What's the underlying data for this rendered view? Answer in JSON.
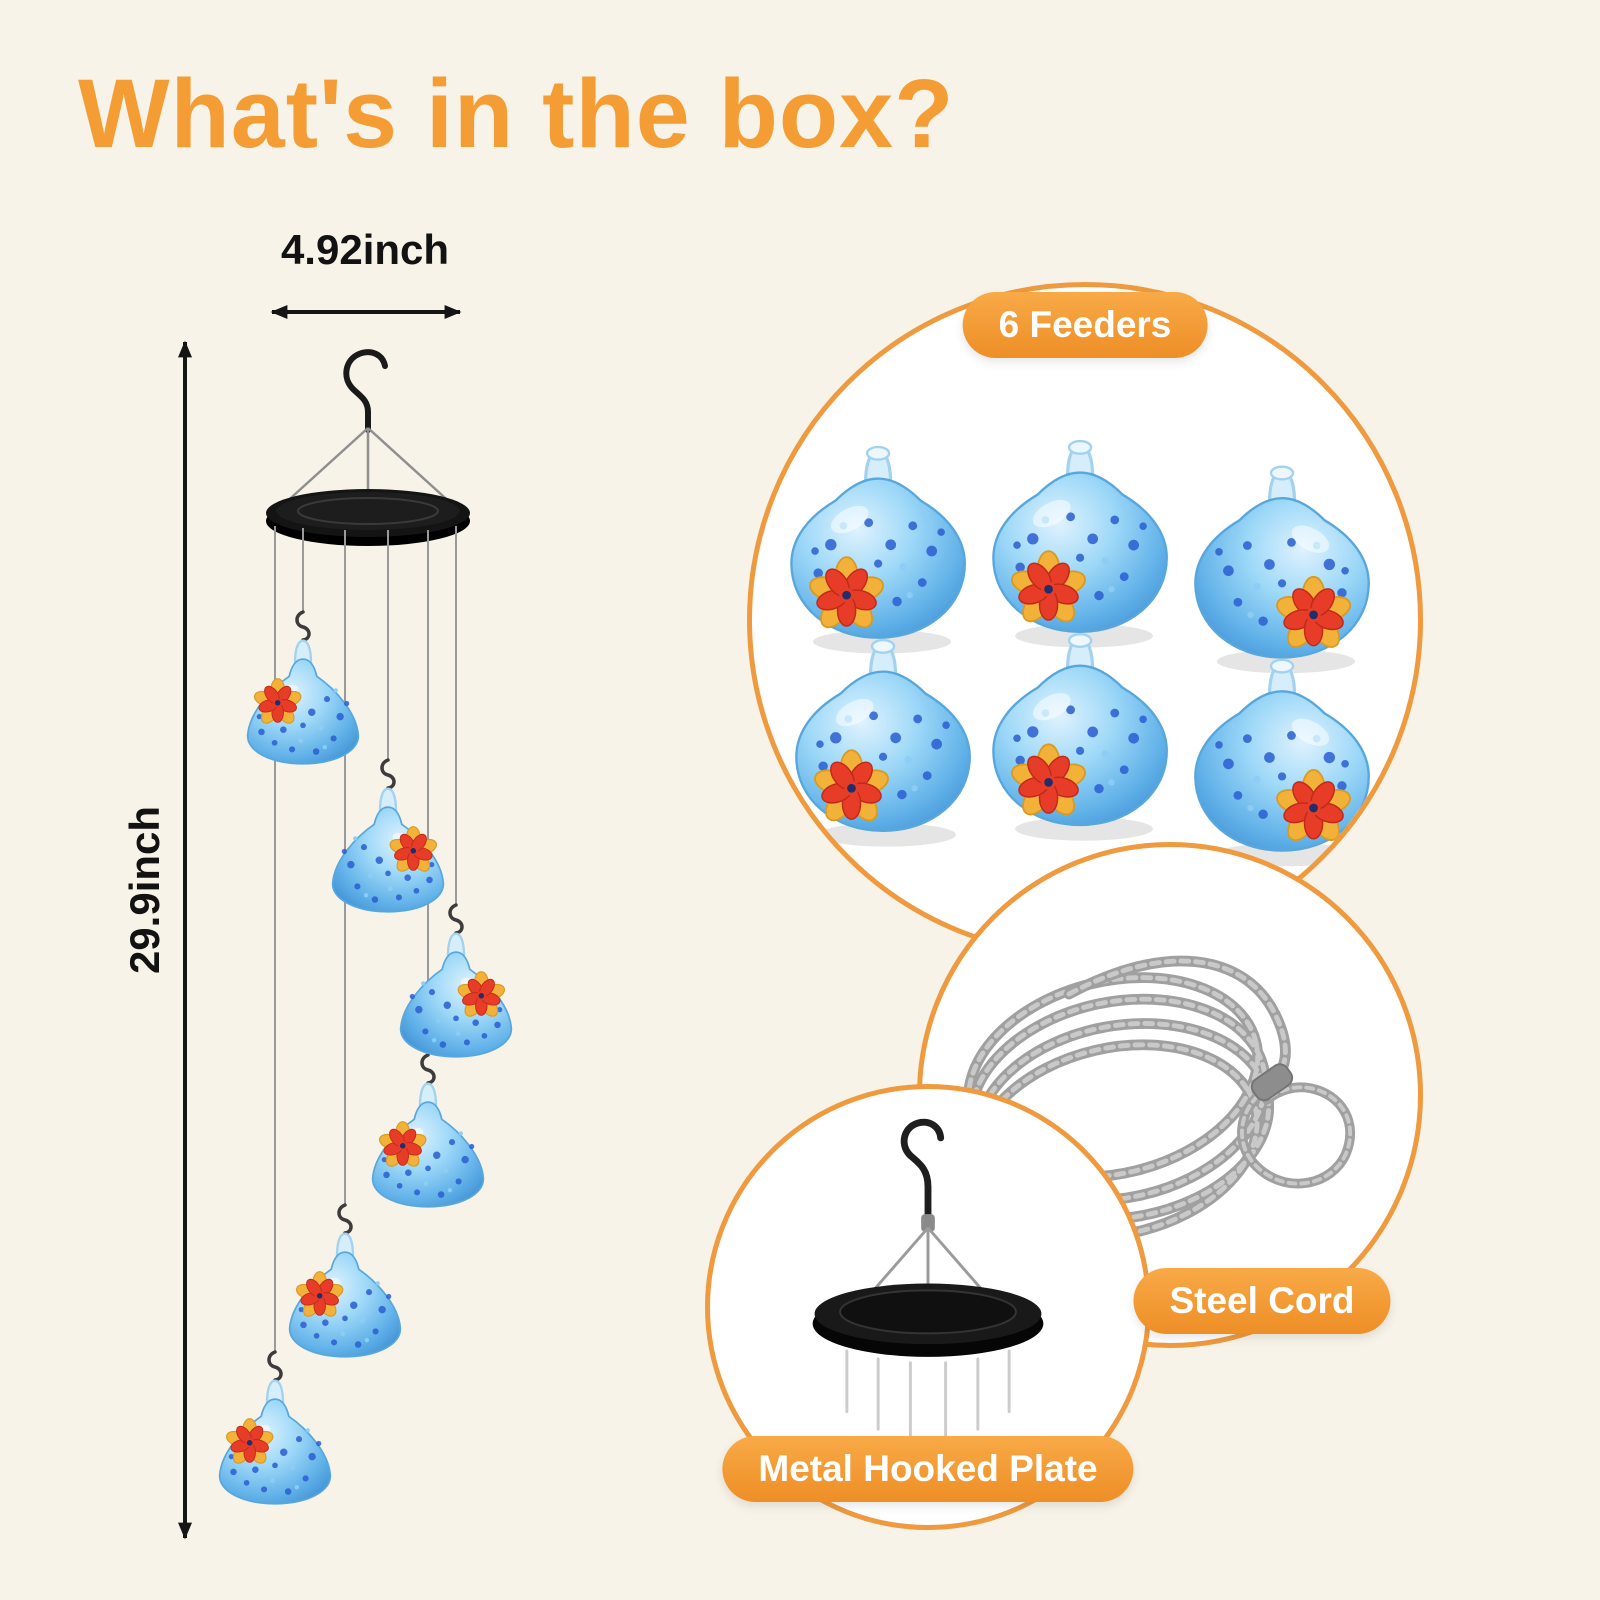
{
  "page": {
    "title": "What's in the box?"
  },
  "diagram": {
    "width_label": "4.92inch",
    "height_label": "29.9inch",
    "feeder_count": 6
  },
  "callouts": {
    "feeders_label": "6 Feeders",
    "steel_cord_label": "Steel Cord",
    "hooked_plate_label": "Metal Hooked Plate"
  },
  "colors": {
    "background": "#f7f3e8",
    "accent_orange": "#ef9a3e",
    "title_orange": "#f59d35",
    "feeder_blue_light": "#9fd9f8",
    "feeder_blue_speckle": "#2b5ed1",
    "flower_red": "#e63c28",
    "flower_yellow": "#f2b23a",
    "plate_black": "#141414",
    "cord_gray": "#a0a0a0",
    "text_black": "#121212"
  }
}
